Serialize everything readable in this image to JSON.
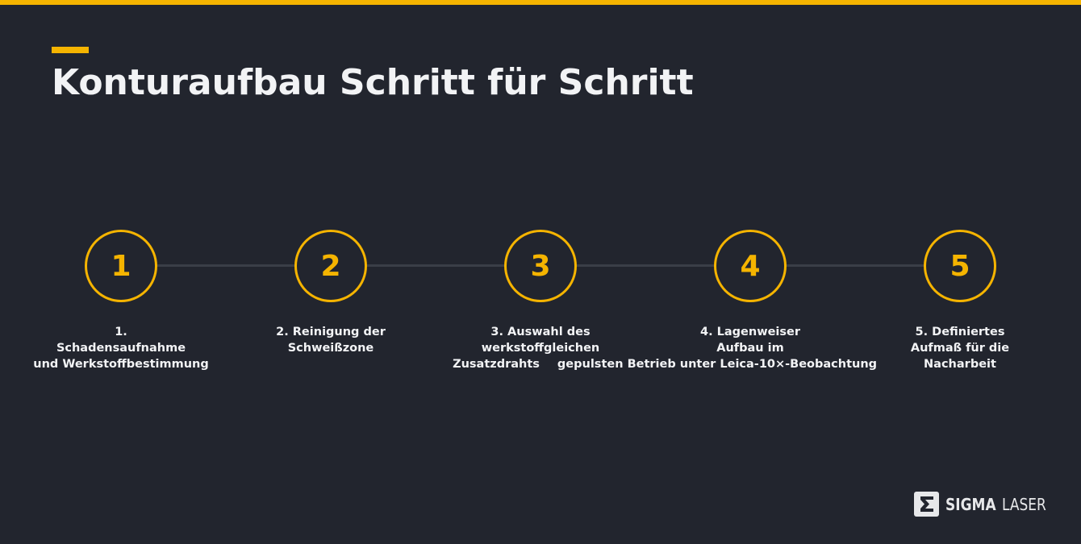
{
  "header": {
    "title": "Konturaufbau Schritt für Schritt"
  },
  "steps": [
    {
      "number": "1",
      "label_lines": [
        "1.",
        "Schadensaufnahme",
        "und Werkstoffbestimmung"
      ]
    },
    {
      "number": "2",
      "label_lines": [
        "2. Reinigung der",
        "Schweißzone"
      ]
    },
    {
      "number": "3",
      "label_lines": [
        "3. Auswahl des",
        "werkstoffgleichen",
        "Zusatzdrahts"
      ]
    },
    {
      "number": "4",
      "label_lines": [
        "4. Lagenweiser",
        "Aufbau im",
        "gepulsten Betrieb unter Leica-10×-Beobachtung"
      ]
    },
    {
      "number": "5",
      "label_lines": [
        "5. Definiertes",
        "Aufmaß für die",
        "Nacharbeit"
      ]
    }
  ],
  "brand": {
    "name_strong": "SIGMA",
    "name_light": "LASER",
    "logo_icon": "sigma-logo-icon"
  },
  "colors": {
    "background": "#22252e",
    "accent": "#f5b400",
    "text": "#f2f3f5",
    "connector": "#3a3e47"
  }
}
